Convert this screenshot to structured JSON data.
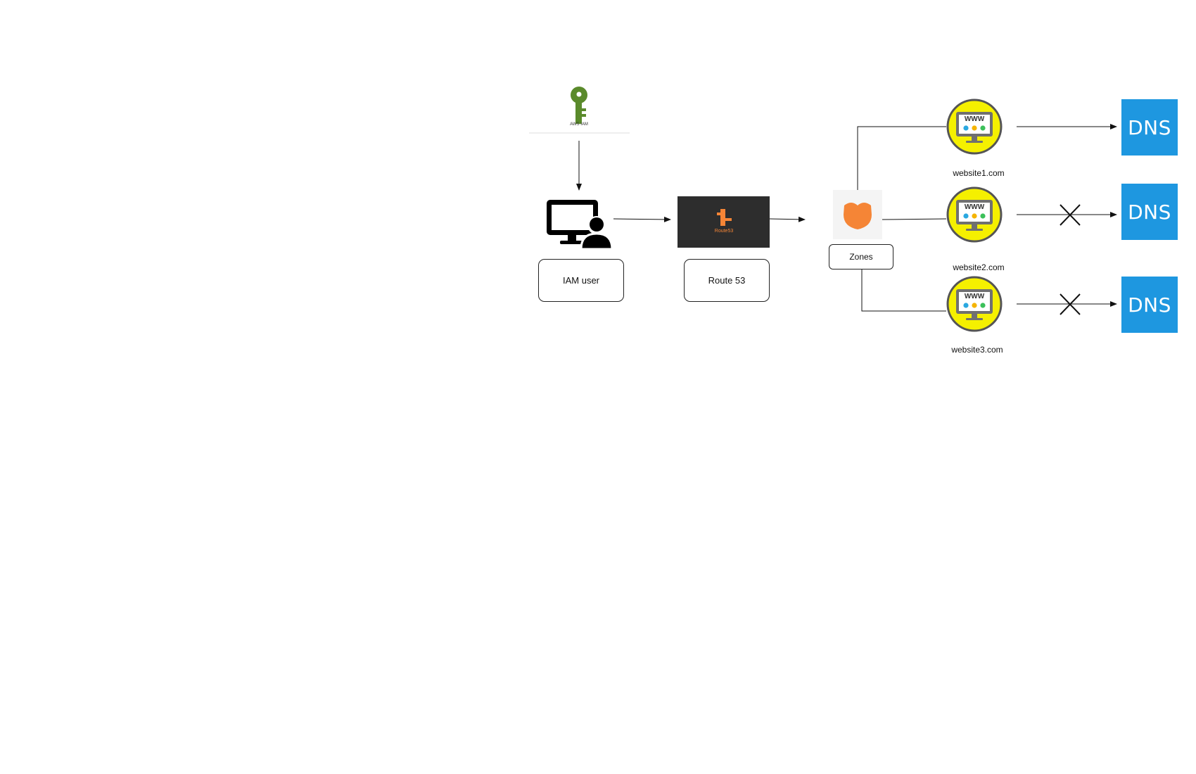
{
  "iam_logo": {
    "caption": "AWS IAM"
  },
  "iam_user": {
    "label": "IAM user"
  },
  "route53": {
    "label": "Route 53",
    "logo_text": "Route53"
  },
  "zones": {
    "label": "Zones"
  },
  "websites": [
    {
      "label": "website1.com",
      "dns_label": "DNS",
      "blocked": false
    },
    {
      "label": "website2.com",
      "dns_label": "DNS",
      "blocked": true
    },
    {
      "label": "website3.com",
      "dns_label": "DNS",
      "blocked": true
    }
  ],
  "website_icon_text": "WWW",
  "colors": {
    "dns_blue": "#1e97e0",
    "website_yellow": "#f5f000",
    "route53_orange": "#f58536",
    "iam_green": "#5a8a2b"
  }
}
